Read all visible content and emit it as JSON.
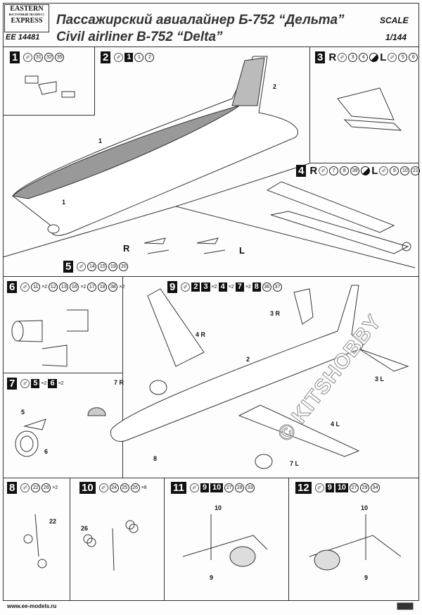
{
  "header": {
    "logo_top": "EASTERN",
    "logo_mid": "ВОСТОЧНЫЙ ЭКСПРЕСС",
    "logo_bottom": "EXPRESS",
    "title_ru": "Пассажирский авиалайнер  Б-752 “Дельта”",
    "title_en": "Civil  airliner  B-752 “Delta”",
    "code": "EE 14481",
    "scale_label": "SCALE",
    "scale_value": "1/144"
  },
  "steps": [
    {
      "id": "1",
      "tokens": [
        {
          "t": "glue"
        },
        {
          "t": "circ",
          "v": "31"
        },
        {
          "t": "circ",
          "v": "32"
        },
        {
          "t": "circ",
          "v": "35"
        }
      ]
    },
    {
      "id": "2",
      "tokens": [
        {
          "t": "glue"
        },
        {
          "t": "box",
          "v": "1"
        },
        {
          "t": "circ",
          "v": "1"
        },
        {
          "t": "circ",
          "v": "2"
        }
      ]
    },
    {
      "id": "3",
      "tokens": [
        {
          "t": "letter",
          "v": "R"
        },
        {
          "t": "glue"
        },
        {
          "t": "circ",
          "v": "3"
        },
        {
          "t": "circ",
          "v": "4"
        },
        {
          "t": "paint"
        },
        {
          "t": "letter",
          "v": "L"
        },
        {
          "t": "glue"
        },
        {
          "t": "circ",
          "v": "5"
        },
        {
          "t": "circ",
          "v": "6"
        }
      ]
    },
    {
      "id": "4",
      "tokens": [
        {
          "t": "letter",
          "v": "R"
        },
        {
          "t": "glue"
        },
        {
          "t": "circ",
          "v": "7"
        },
        {
          "t": "circ",
          "v": "8"
        },
        {
          "t": "circ",
          "v": "39"
        },
        {
          "t": "paint"
        },
        {
          "t": "letter",
          "v": "L"
        },
        {
          "t": "glue"
        },
        {
          "t": "circ",
          "v": "9"
        },
        {
          "t": "circ",
          "v": "10"
        },
        {
          "t": "circ",
          "v": "21"
        }
      ]
    },
    {
      "id": "5",
      "tokens": [
        {
          "t": "glue"
        },
        {
          "t": "circ",
          "v": "14"
        },
        {
          "t": "circ",
          "v": "15"
        },
        {
          "t": "circ",
          "v": "19"
        },
        {
          "t": "circ",
          "v": "20"
        }
      ]
    },
    {
      "id": "6",
      "tokens": [
        {
          "t": "glue"
        },
        {
          "t": "circ",
          "v": "11"
        },
        {
          "t": "mult",
          "v": "×2"
        },
        {
          "t": "circ",
          "v": "12"
        },
        {
          "t": "circ",
          "v": "13"
        },
        {
          "t": "circ",
          "v": "16"
        },
        {
          "t": "mult",
          "v": "×2"
        },
        {
          "t": "circ",
          "v": "17"
        },
        {
          "t": "circ",
          "v": "18"
        },
        {
          "t": "circ",
          "v": "38"
        },
        {
          "t": "mult",
          "v": "×2"
        }
      ]
    },
    {
      "id": "7",
      "tokens": [
        {
          "t": "glue"
        },
        {
          "t": "box",
          "v": "5"
        },
        {
          "t": "mult",
          "v": "×2"
        },
        {
          "t": "box",
          "v": "6"
        },
        {
          "t": "mult",
          "v": "×2"
        }
      ]
    },
    {
      "id": "8",
      "tokens": [
        {
          "t": "glue"
        },
        {
          "t": "circ",
          "v": "22"
        },
        {
          "t": "circ",
          "v": "26"
        },
        {
          "t": "mult",
          "v": "×2"
        }
      ]
    },
    {
      "id": "9",
      "tokens": [
        {
          "t": "glue"
        },
        {
          "t": "box",
          "v": "2"
        },
        {
          "t": "box",
          "v": "3"
        },
        {
          "t": "mult",
          "v": "×2"
        },
        {
          "t": "box",
          "v": "4"
        },
        {
          "t": "mult",
          "v": "×2"
        },
        {
          "t": "box",
          "v": "7"
        },
        {
          "t": "mult",
          "v": "×2"
        },
        {
          "t": "box",
          "v": "8"
        },
        {
          "t": "circ",
          "v": "36"
        },
        {
          "t": "circ",
          "v": "37"
        }
      ]
    },
    {
      "id": "10",
      "tokens": [
        {
          "t": "glue"
        },
        {
          "t": "circ",
          "v": "24"
        },
        {
          "t": "circ",
          "v": "25"
        },
        {
          "t": "circ",
          "v": "26"
        },
        {
          "t": "mult",
          "v": "×8"
        }
      ]
    },
    {
      "id": "11",
      "tokens": [
        {
          "t": "glue"
        },
        {
          "t": "box",
          "v": "9"
        },
        {
          "t": "box",
          "v": "10"
        },
        {
          "t": "circ",
          "v": "27"
        },
        {
          "t": "circ",
          "v": "28"
        },
        {
          "t": "circ",
          "v": "33"
        }
      ]
    },
    {
      "id": "12",
      "tokens": [
        {
          "t": "glue"
        },
        {
          "t": "box",
          "v": "9"
        },
        {
          "t": "box",
          "v": "10"
        },
        {
          "t": "circ",
          "v": "27"
        },
        {
          "t": "circ",
          "v": "29"
        },
        {
          "t": "circ",
          "v": "34"
        }
      ]
    }
  ],
  "callouts": {
    "r5": "R",
    "l5": "L",
    "r9_4": "4 R",
    "r9_3": "3 R",
    "l9_3": "3 L",
    "l9_4": "4 L",
    "r9_7": "7 R",
    "l9_7": "7 L",
    "s9_8": "8",
    "s9_2": "2",
    "s2_1": "1",
    "s2_c1": "1",
    "s2_c2": "2",
    "s8_22": "22",
    "s10_26": "26",
    "s11_10": "10",
    "s11_9": "9",
    "s12_10": "10",
    "s12_9": "9",
    "s7_5": "5",
    "s7_6": "6"
  },
  "watermark": "© KITSHOBBY",
  "footer": {
    "url": "www.ee-models.ru"
  }
}
